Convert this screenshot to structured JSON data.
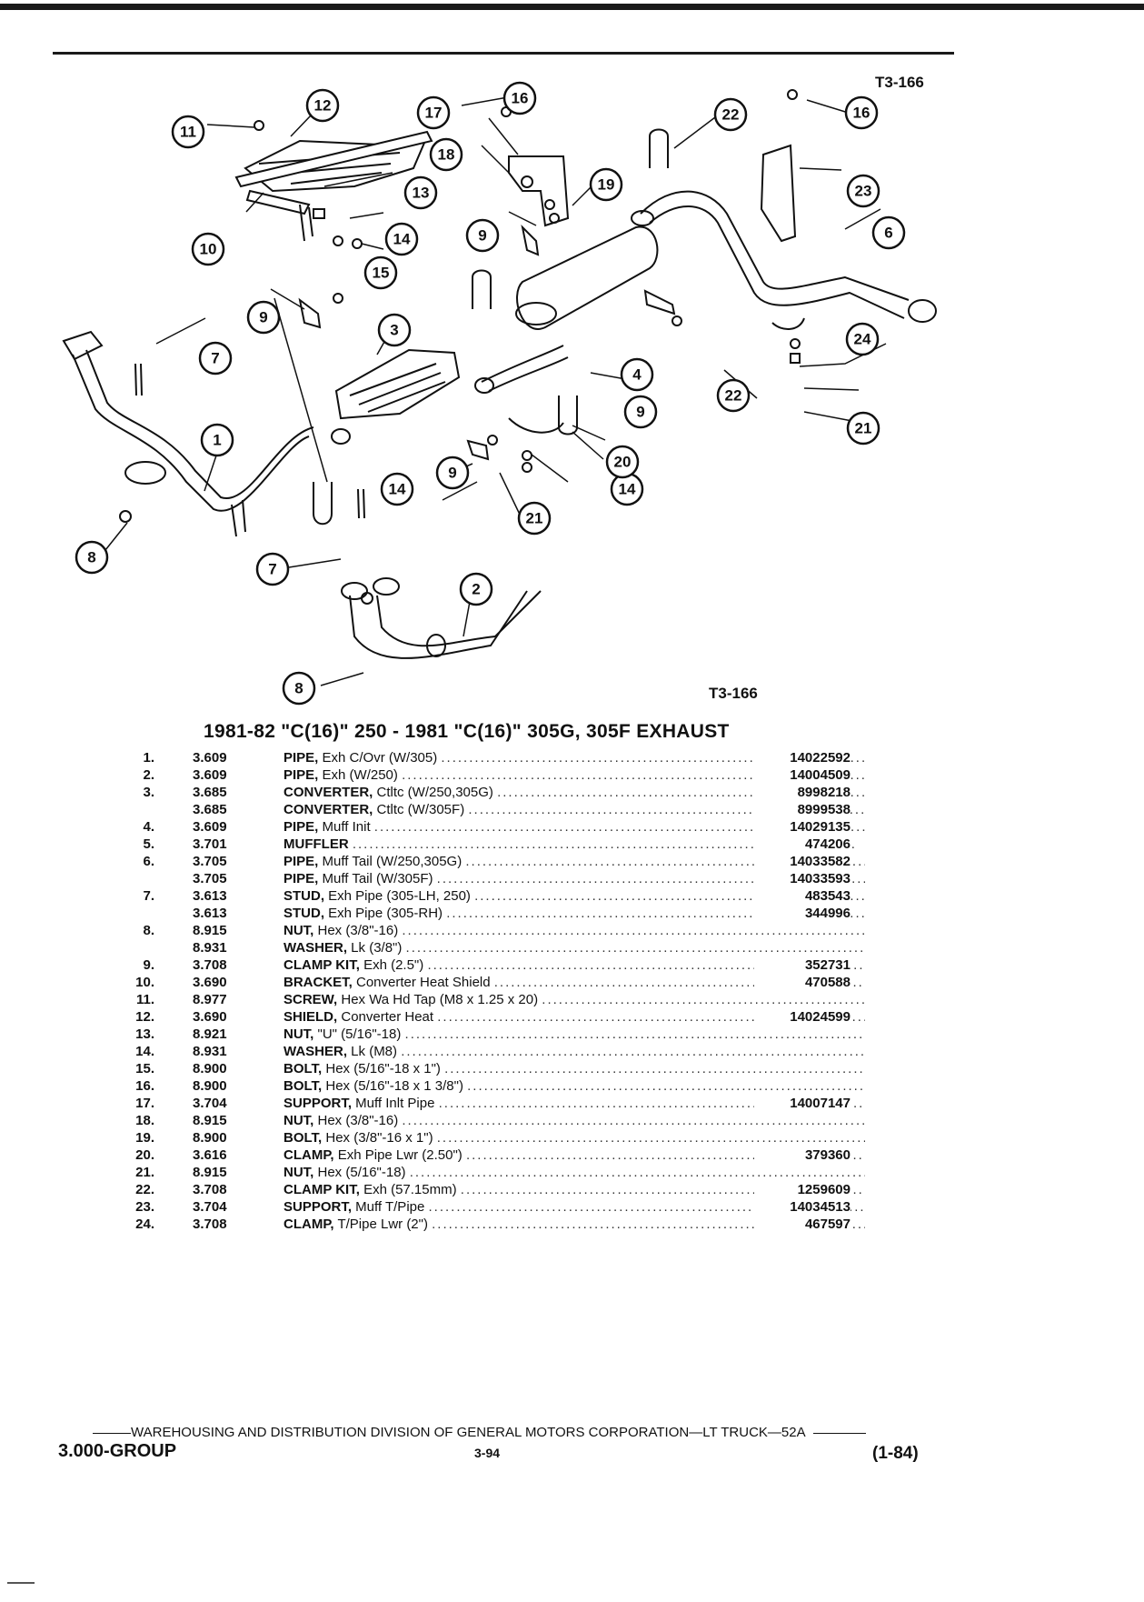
{
  "figure_code": "T3-166",
  "section_title": "1981-82 \"C(16)\" 250 - 1981 \"C(16)\" 305G, 305F EXHAUST",
  "callouts": [
    "1",
    "2",
    "3",
    "4",
    "6",
    "7",
    "7",
    "8",
    "8",
    "9",
    "9",
    "9",
    "9",
    "10",
    "11",
    "12",
    "13",
    "14",
    "14",
    "14",
    "15",
    "16",
    "16",
    "17",
    "18",
    "19",
    "20",
    "21",
    "21",
    "22",
    "22",
    "23",
    "24"
  ],
  "parts": [
    {
      "num": "1.",
      "group": "3.609",
      "name": "PIPE,",
      "desc": "Exh C/Ovr (W/305)",
      "part": "14022592"
    },
    {
      "num": "2.",
      "group": "3.609",
      "name": "PIPE,",
      "desc": "Exh (W/250)",
      "part": "14004509"
    },
    {
      "num": "3.",
      "group": "3.685",
      "name": "CONVERTER,",
      "desc": "Ctltc (W/250,305G)",
      "part": "8998218"
    },
    {
      "num": "",
      "group": "3.685",
      "name": "CONVERTER,",
      "desc": "Ctltc (W/305F)",
      "part": "8999538"
    },
    {
      "num": "4.",
      "group": "3.609",
      "name": "PIPE,",
      "desc": "Muff Init",
      "part": "14029135"
    },
    {
      "num": "5.",
      "group": "3.701",
      "name": "MUFFLER",
      "desc": "",
      "part": "474206"
    },
    {
      "num": "6.",
      "group": "3.705",
      "name": "PIPE,",
      "desc": "Muff Tail (W/250,305G)",
      "part": "14033582"
    },
    {
      "num": "",
      "group": "3.705",
      "name": "PIPE,",
      "desc": "Muff Tail (W/305F)",
      "part": "14033593"
    },
    {
      "num": "7.",
      "group": "3.613",
      "name": "STUD,",
      "desc": "Exh Pipe (305-LH, 250)",
      "part": "483543"
    },
    {
      "num": "",
      "group": "3.613",
      "name": "STUD,",
      "desc": "Exh Pipe (305-RH)",
      "part": "344996"
    },
    {
      "num": "8.",
      "group": "8.915",
      "name": "NUT,",
      "desc": "Hex (3/8\"-16)",
      "part": ""
    },
    {
      "num": "",
      "group": "8.931",
      "name": "WASHER,",
      "desc": "Lk (3/8\")",
      "part": ""
    },
    {
      "num": "9.",
      "group": "3.708",
      "name": "CLAMP KIT,",
      "desc": "Exh (2.5\")",
      "part": "352731"
    },
    {
      "num": "10.",
      "group": "3.690",
      "name": "BRACKET,",
      "desc": "Converter Heat Shield",
      "part": "470588"
    },
    {
      "num": "11.",
      "group": "8.977",
      "name": "SCREW,",
      "desc": "Hex Wa Hd Tap (M8 x 1.25 x 20)",
      "part": ""
    },
    {
      "num": "12.",
      "group": "3.690",
      "name": "SHIELD,",
      "desc": "Converter Heat",
      "part": "14024599"
    },
    {
      "num": "13.",
      "group": "8.921",
      "name": "NUT,",
      "desc": "\"U\" (5/16\"-18)",
      "part": ""
    },
    {
      "num": "14.",
      "group": "8.931",
      "name": "WASHER,",
      "desc": "Lk (M8)",
      "part": ""
    },
    {
      "num": "15.",
      "group": "8.900",
      "name": "BOLT,",
      "desc": "Hex (5/16\"-18 x 1\")",
      "part": ""
    },
    {
      "num": "16.",
      "group": "8.900",
      "name": "BOLT,",
      "desc": "Hex (5/16\"-18 x 1 3/8\")",
      "part": ""
    },
    {
      "num": "17.",
      "group": "3.704",
      "name": "SUPPORT,",
      "desc": "Muff Inlt Pipe",
      "part": "14007147"
    },
    {
      "num": "18.",
      "group": "8.915",
      "name": "NUT,",
      "desc": "Hex (3/8\"-16)",
      "part": ""
    },
    {
      "num": "19.",
      "group": "8.900",
      "name": "BOLT,",
      "desc": "Hex (3/8\"-16 x 1\")",
      "part": ""
    },
    {
      "num": "20.",
      "group": "3.616",
      "name": "CLAMP,",
      "desc": "Exh Pipe Lwr (2.50\")",
      "part": "379360"
    },
    {
      "num": "21.",
      "group": "8.915",
      "name": "NUT,",
      "desc": "Hex (5/16\"-18)",
      "part": ""
    },
    {
      "num": "22.",
      "group": "3.708",
      "name": "CLAMP KIT,",
      "desc": "Exh (57.15mm)",
      "part": "1259609"
    },
    {
      "num": "23.",
      "group": "3.704",
      "name": "SUPPORT,",
      "desc": "Muff T/Pipe",
      "part": "14034513"
    },
    {
      "num": "24.",
      "group": "3.708",
      "name": "CLAMP,",
      "desc": "T/Pipe Lwr (2\")",
      "part": "467597"
    }
  ],
  "footer": {
    "division": "WAREHOUSING AND DISTRIBUTION DIVISION OF GENERAL MOTORS CORPORATION—LT TRUCK—52A",
    "group": "3.000-GROUP",
    "page": "3-94",
    "date": "(1-84)"
  }
}
